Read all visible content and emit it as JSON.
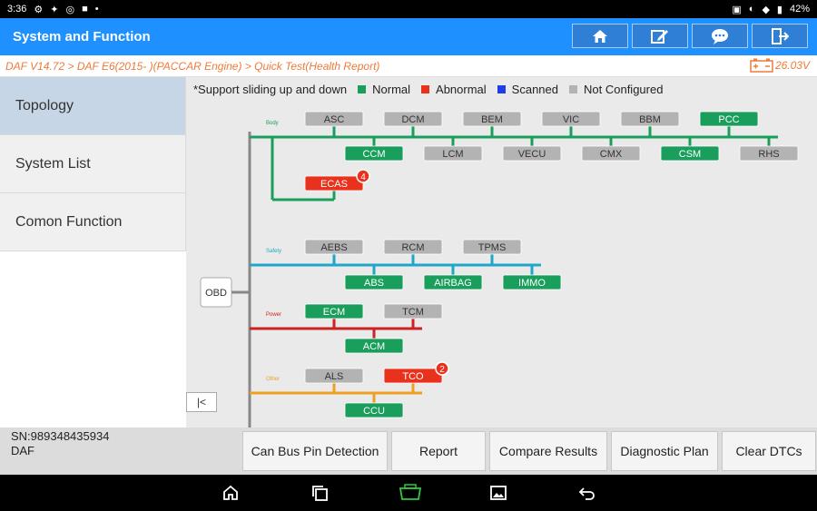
{
  "statusbar": {
    "time": "3:36",
    "battery": "42%"
  },
  "appbar": {
    "title": "System and Function"
  },
  "breadcrumb": {
    "path": "DAF V14.72 > DAF E6(2015- )(PACCAR Engine) > Quick Test(Health Report)",
    "voltage": "26.03V"
  },
  "sidebar": {
    "items": [
      {
        "label": "Topology"
      },
      {
        "label": "System List"
      },
      {
        "label": "Comon Function"
      }
    ]
  },
  "legend": {
    "intro": "*Support sliding up and down",
    "normal": "Normal",
    "abnormal": "Abnormal",
    "scanned": "Scanned",
    "not_configured": "Not Configured"
  },
  "colors": {
    "normal": "#1a9e5c",
    "abnormal": "#e8321e",
    "scanned": "#1f3ee8",
    "not_configured": "#b3b3b3",
    "body_bus": "#1a9e5c",
    "safety_bus": "#1fa6c8",
    "power_bus": "#cc2222",
    "other_bus": "#f0a020"
  },
  "topology": {
    "root": "OBD",
    "buses": [
      {
        "label": "Body",
        "nodes": [
          {
            "name": "ASC",
            "status": "not_configured"
          },
          {
            "name": "DCM",
            "status": "not_configured"
          },
          {
            "name": "BEM",
            "status": "not_configured"
          },
          {
            "name": "VIC",
            "status": "not_configured"
          },
          {
            "name": "BBM",
            "status": "not_configured"
          },
          {
            "name": "PCC",
            "status": "normal"
          },
          {
            "name": "CCM",
            "status": "normal"
          },
          {
            "name": "LCM",
            "status": "not_configured"
          },
          {
            "name": "VECU",
            "status": "not_configured"
          },
          {
            "name": "CMX",
            "status": "not_configured"
          },
          {
            "name": "CSM",
            "status": "normal"
          },
          {
            "name": "RHS",
            "status": "not_configured"
          },
          {
            "name": "ECAS",
            "status": "abnormal",
            "badge": "4"
          }
        ]
      },
      {
        "label": "Safety",
        "nodes": [
          {
            "name": "AEBS",
            "status": "not_configured"
          },
          {
            "name": "RCM",
            "status": "not_configured"
          },
          {
            "name": "TPMS",
            "status": "not_configured"
          },
          {
            "name": "ABS",
            "status": "normal"
          },
          {
            "name": "AIRBAG",
            "status": "normal"
          },
          {
            "name": "IMMO",
            "status": "normal"
          }
        ]
      },
      {
        "label": "Power",
        "nodes": [
          {
            "name": "ECM",
            "status": "normal"
          },
          {
            "name": "TCM",
            "status": "not_configured"
          },
          {
            "name": "ACM",
            "status": "normal"
          }
        ]
      },
      {
        "label": "Other",
        "nodes": [
          {
            "name": "ALS",
            "status": "not_configured"
          },
          {
            "name": "TCO",
            "status": "abnormal",
            "badge": "2"
          },
          {
            "name": "CCU",
            "status": "normal"
          }
        ]
      }
    ]
  },
  "device": {
    "sn": "SN:989348435934",
    "make": "DAF"
  },
  "bottom_buttons": [
    {
      "label": "Can Bus Pin Detection"
    },
    {
      "label": "Report"
    },
    {
      "label": "Compare Results"
    },
    {
      "label": "Diagnostic Plan"
    },
    {
      "label": "Clear DTCs"
    }
  ]
}
